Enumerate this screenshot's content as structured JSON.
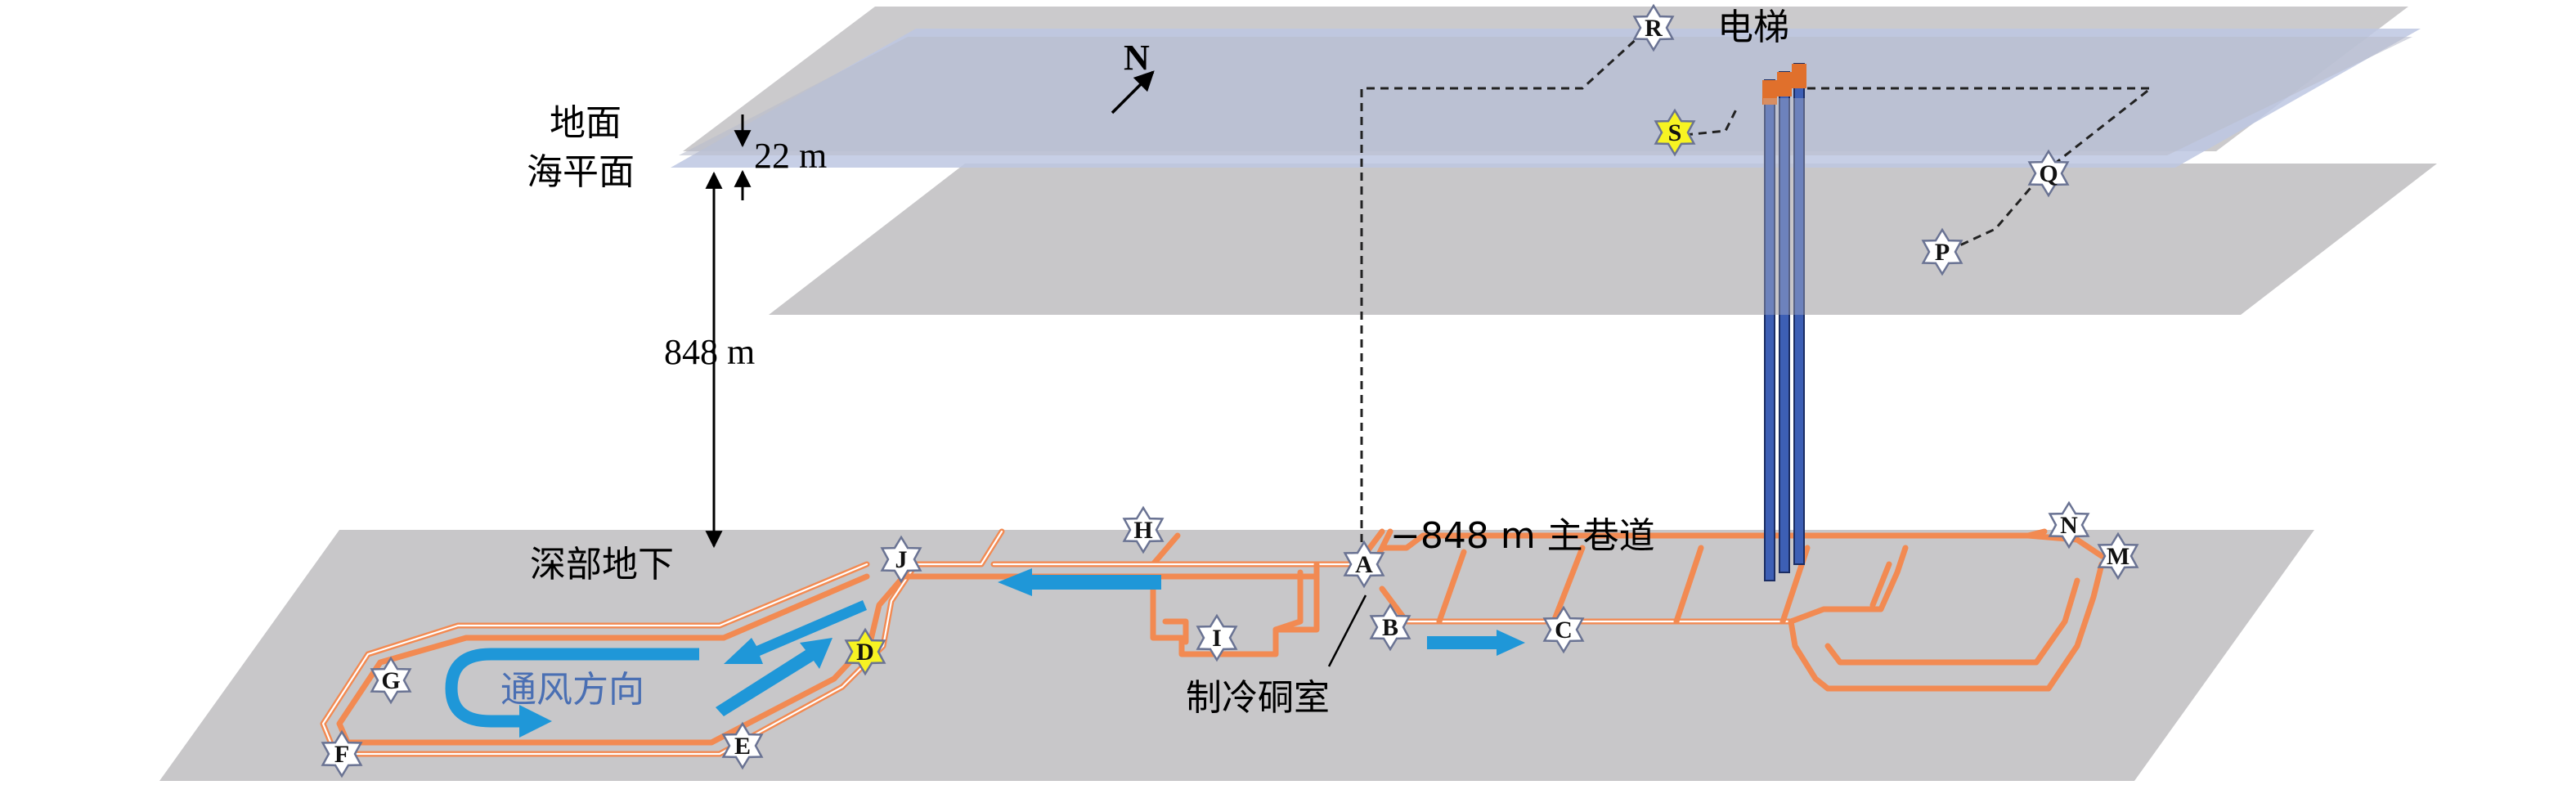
{
  "labels": {
    "ground": "地面",
    "sea_level": "海平面",
    "height_small": "22 m",
    "depth": "848 m",
    "deep_underground": "深部地下",
    "elevator": "电梯",
    "main_roadway": "−848 m 主巷道",
    "refrigeration_chamber": "制冷硐室",
    "ventilation_direction": "通风方向",
    "north": "N"
  },
  "points": {
    "A": "A",
    "B": "B",
    "C": "C",
    "D": "D",
    "E": "E",
    "F": "F",
    "G": "G",
    "H": "H",
    "I": "I",
    "J": "J",
    "M": "M",
    "N": "N",
    "P": "P",
    "Q": "Q",
    "R": "R",
    "S": "S"
  },
  "colors": {
    "plane_gray": "#c8c7c9",
    "plane_blue": "#bdc7e2",
    "tunnel": "#f28a52",
    "airflow_arrow": "#1f97d8",
    "shaft": "#3d5fb5",
    "shaft_cap": "#e0702c",
    "star_highlight": "#f7f322",
    "star_normal": "#ffffff"
  }
}
